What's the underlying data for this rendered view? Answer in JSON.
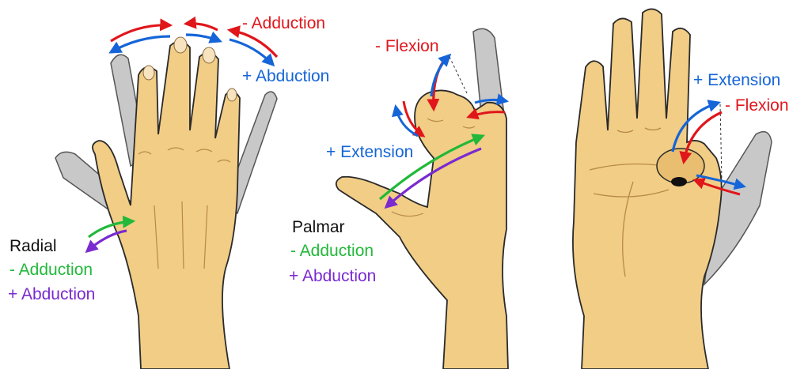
{
  "colors": {
    "skin": "#f1cd85",
    "skin_shadow": "#d8a85a",
    "ghost": "#c8c8c8",
    "outline": "#2a2a2a",
    "red": "#e0161b",
    "blue": "#1565d8",
    "green": "#22b83a",
    "purple": "#7a2ad0",
    "black": "#111111"
  },
  "labels": {
    "dorsal_adduction": "- Adduction",
    "dorsal_abduction": "+ Abduction",
    "radial_title": "Radial",
    "radial_adduction": "- Adduction",
    "radial_abduction": "+ Abduction",
    "lateral_flexion": "- Flexion",
    "lateral_extension": "+ Extension",
    "palmar_title": "Palmar",
    "palmar_adduction": "- Adduction",
    "palmar_abduction": "+ Abduction",
    "palm_extension": "+ Extension",
    "palm_flexion": "- Flexion"
  }
}
